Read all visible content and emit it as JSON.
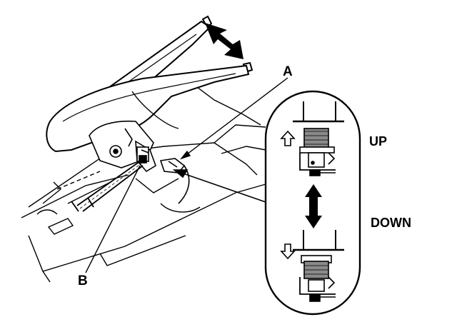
{
  "labels": {
    "a": "A",
    "b": "B",
    "up": "UP",
    "down": "DOWN"
  },
  "colors": {
    "ink": "#000000",
    "paper": "#ffffff",
    "shade": "#8a8a8a"
  },
  "icons": {
    "lever_motion": "double-arrow-icon",
    "detail_motion": "vertical-double-arrow-icon",
    "up_direction": "up-arrow-icon",
    "down_direction": "down-arrow-icon"
  }
}
